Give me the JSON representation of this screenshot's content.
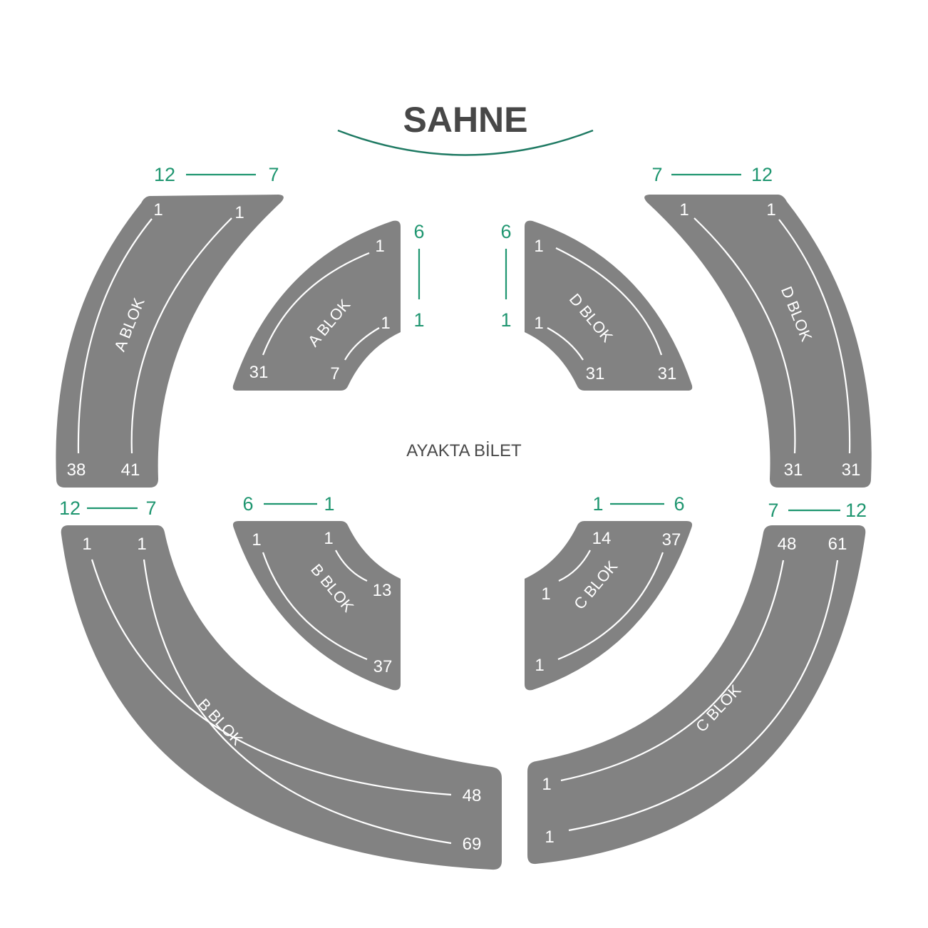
{
  "stage": {
    "label": "SAHNE"
  },
  "standing": {
    "label": "AYAKTA BİLET"
  },
  "colors": {
    "block": "#828282",
    "row_label": "#1f9670",
    "stage_arc": "#1f7a63",
    "background": "#ffffff"
  },
  "blocks": {
    "outer_a": {
      "name": "A BLOK",
      "row_from": "12",
      "row_to": "7",
      "seat_labels": [
        "1",
        "1",
        "38",
        "41"
      ]
    },
    "inner_a": {
      "name": "A BLOK",
      "row_from": "6",
      "row_to": "1",
      "seat_labels": [
        "1",
        "1",
        "31",
        "7"
      ]
    },
    "inner_d": {
      "name": "D BLOK",
      "row_from": "6",
      "row_to": "1",
      "seat_labels": [
        "1",
        "1",
        "31",
        "31"
      ]
    },
    "outer_d": {
      "name": "D BLOK",
      "row_from": "7",
      "row_to": "12",
      "seat_labels": [
        "1",
        "1",
        "31",
        "31"
      ]
    },
    "outer_b": {
      "name": "B BLOK",
      "row_from": "12",
      "row_to": "7",
      "seat_labels": [
        "1",
        "1",
        "48",
        "69"
      ]
    },
    "inner_b": {
      "name": "B BLOK",
      "row_from": "6",
      "row_to": "1",
      "seat_labels": [
        "1",
        "1",
        "13",
        "37"
      ]
    },
    "inner_c": {
      "name": "C BLOK",
      "row_from": "1",
      "row_to": "6",
      "seat_labels": [
        "14",
        "37",
        "1",
        "1"
      ]
    },
    "outer_c": {
      "name": "C BLOK",
      "row_from": "7",
      "row_to": "12",
      "seat_labels": [
        "48",
        "61",
        "1",
        "1"
      ]
    }
  }
}
